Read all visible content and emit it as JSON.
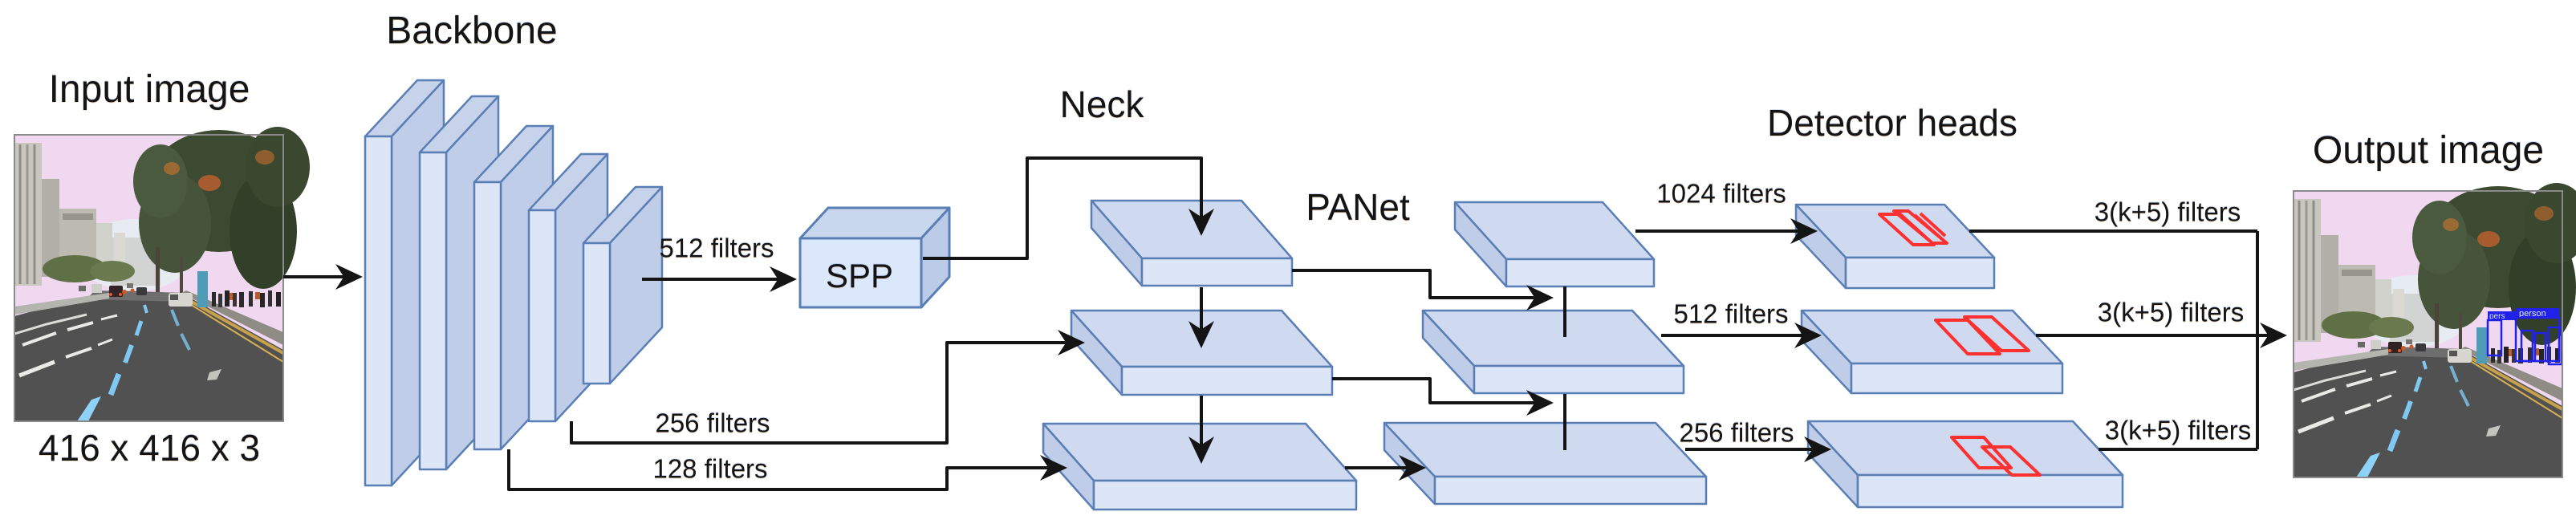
{
  "diagram": {
    "input": {
      "title": "Input image",
      "size_caption": "416 x 416 x 3"
    },
    "backbone": {
      "title": "Backbone",
      "connections": {
        "to_spp": "512 filters",
        "to_neck_mid": "256 filters",
        "to_neck_low": "128 filters"
      }
    },
    "spp": {
      "label": "SPP"
    },
    "neck": {
      "title": "Neck"
    },
    "panet": {
      "title": "PANet",
      "connections": {
        "to_head_top": "1024 filters",
        "to_head_mid": "512 filters",
        "to_head_low": "256 filters"
      }
    },
    "detector_heads": {
      "title": "Detector heads",
      "connections": {
        "out_top": "3(k+5) filters",
        "out_mid": "3(k+5) filters",
        "out_low": "3(k+5) filters"
      }
    },
    "output": {
      "title": "Output image",
      "detections": {
        "box1": "pers",
        "box2": "person"
      }
    },
    "accent_colors": {
      "shape_fill_top": "#cfdaf0",
      "shape_fill_front": "#dde6f7",
      "shape_fill_side": "#bfcde8",
      "shape_stroke": "#5a7fb5",
      "flow_line": "#141414",
      "anchor_box_red": "#ff3030",
      "detection_box_blue": "#2121ea",
      "lane_blue": "#7fc8f2",
      "sky_pink": "#f0d9f0"
    }
  }
}
